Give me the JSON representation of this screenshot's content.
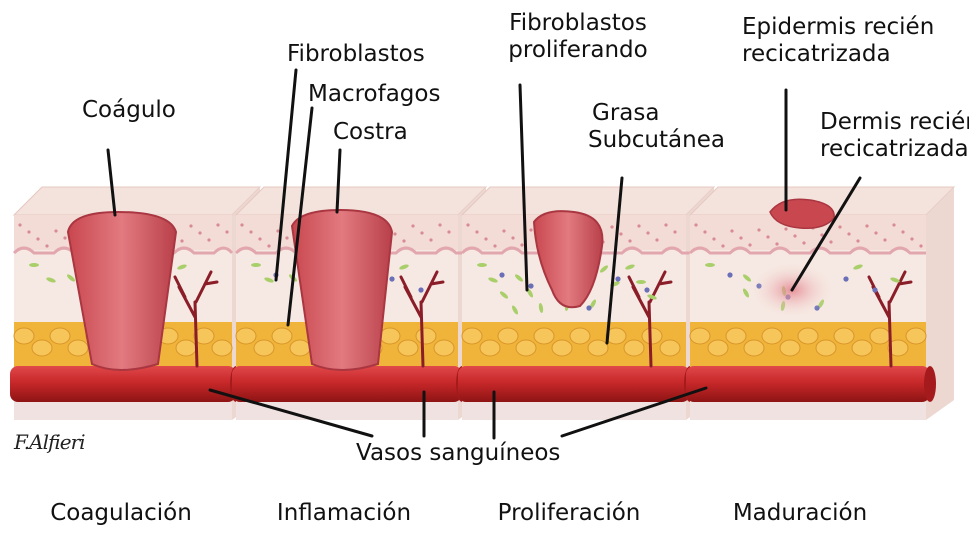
{
  "labels": {
    "coagulo": "Coágulo",
    "fibroblastos": "Fibroblastos",
    "macrofagos": "Macrofagos",
    "costra": "Costra",
    "fibroblastos_proliferando_1": "Fibroblastos",
    "fibroblastos_proliferando_2": "proliferando",
    "grasa_1": "Grasa",
    "grasa_2": "Subcutánea",
    "epidermis_1": "Epidermis recién",
    "epidermis_2": "recicatrizada",
    "dermis_1": "Dermis recién",
    "dermis_2": "recicatrizada",
    "vasos": "Vasos sanguíneos"
  },
  "stages": [
    "Coagulación",
    "Inflamación",
    "Proliferación",
    "Maduración"
  ],
  "signature": "F.Alfieri",
  "colors": {
    "epidermis": "#f3dcd6",
    "dermis_dots": "#d98b95",
    "dermis": "#f6e8e2",
    "fat": "#f0b43a",
    "fat_dark": "#d9962a",
    "vessel": "#c8282a",
    "vessel_dark": "#8e1414",
    "clot": "#d95a62",
    "clot_dark": "#b23a44",
    "fibroblast": "#a9cf6a",
    "macrophage": "#6a6fb8",
    "capillary": "#8a1d28"
  }
}
